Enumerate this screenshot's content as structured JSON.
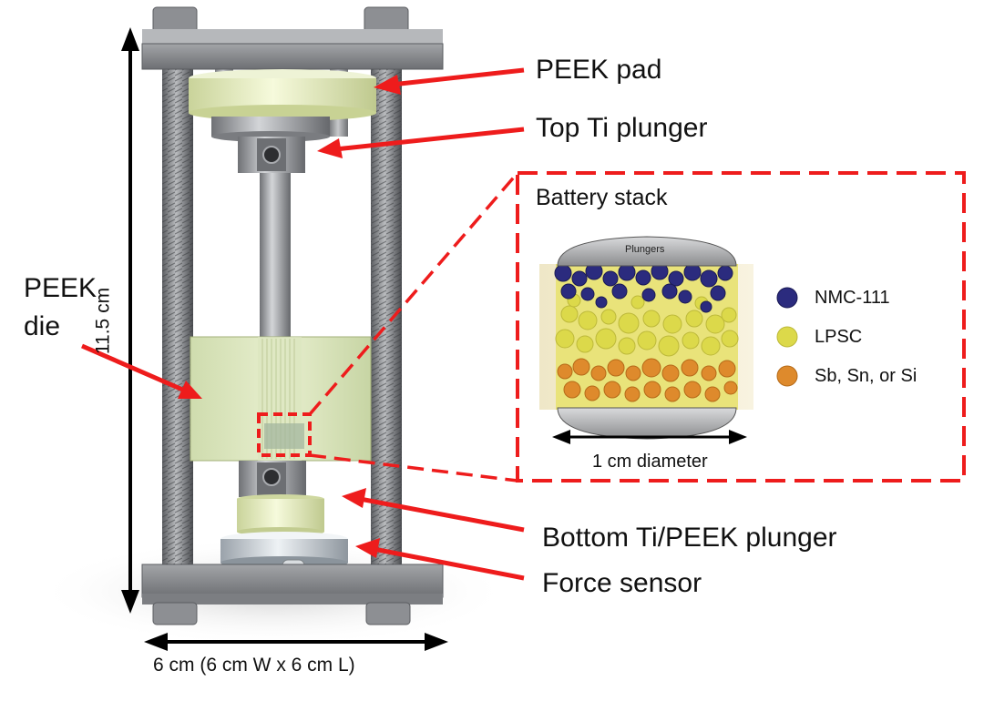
{
  "labels": {
    "peek_pad": "PEEK pad",
    "top_plunger": "Top Ti plunger",
    "peek_die_line1": "PEEK",
    "peek_die_line2": "die",
    "battery_stack": "Battery stack",
    "plungers": "Plungers",
    "diameter": "1 cm diameter",
    "bottom_plunger": "Bottom Ti/PEEK plunger",
    "force_sensor": "Force sensor",
    "height": "11.5 cm",
    "width": "6 cm (6 cm W x 6 cm L)"
  },
  "legend": [
    {
      "name": "NMC-111",
      "color": "#2b2b7e"
    },
    {
      "name": "LPSC",
      "color": "#dcd94a"
    },
    {
      "name": "Sb, Sn, or Si",
      "color": "#de8a2c"
    }
  ],
  "colors": {
    "arrow": "#ee1c1c",
    "dash_box": "#ee1c1c",
    "metal": "#8a8c90",
    "peek": "#e4ecc0"
  }
}
